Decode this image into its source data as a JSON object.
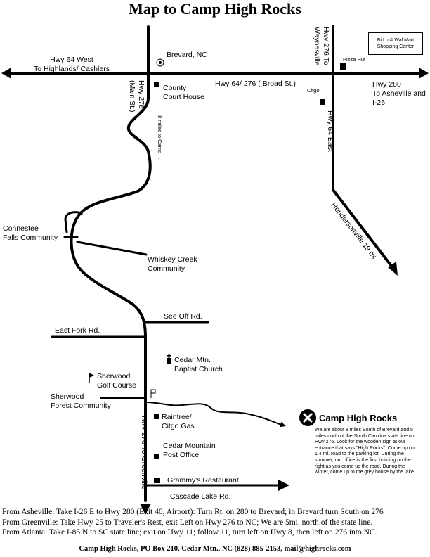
{
  "title": "Map to Camp High Rocks",
  "places": {
    "brevard": "Brevard, NC",
    "court_house": "County\nCourt House",
    "pizza_hut": "Pizza Hut",
    "citgo_brevard": "Citgo",
    "shopping_center": "Bi Lo & Wal Mart\nShopping Center",
    "connestee": "Connestee\nFalls Community",
    "whiskey_creek": "Whiskey Creek\nCommunity",
    "see_off": "See Off Rd.",
    "east_fork": "East Fork Rd.",
    "cedar_baptist": "Cedar Mtn.\nBaptist Church",
    "sherwood_golf": "Sherwood\nGolf Course",
    "sherwood_forest": "Sherwood\nForest Community",
    "raintree": "Raintree/\nCitgo Gas",
    "post_office": "Cedar Mountain\nPost Office",
    "grammys": "Grammy's Restaurant",
    "cascade": "Cascade Lake Rd."
  },
  "roads": {
    "hwy64_west": "Hwy 64 West\nTo Highlands/ Cashlers",
    "hwy64_276": "Hwy 64/ 276 ( Broad St.)",
    "hwy280": "Hwy 280\nTo Asheville and\nI-26",
    "hwy276_north": "Hwy 276 To\nWaynesville",
    "hwy276_main": "Hwy 276\n(Main St.)",
    "hwy64_east": "Hwy 64 East",
    "hendersonville": "Hendersonville 19 mi.",
    "eight_miles": "8 miles to Camp →",
    "hwy276_greenville": "Hwy 276 To Greenville"
  },
  "camp": {
    "name": "Camp High Rocks",
    "note": "We are about 8 miles South of Brevard and 5 miles north of the South Carolina state line on Hwy 276. Look for the wooden sign at our entrance that says \"High Rocks\". Come up our 1.4 mi. road to the parking lot. During the summer, our office is the first building on the right as you come up the road. During the winter, come up to the grey house by the lake."
  },
  "directions": [
    "From Asheville:  Take I-26 E to Hwy 280 (Exit 40, Airport): Turn Rt. on 280 to Brevard; in Brevard turn South on 276",
    "From Greenville:  Take Hwy 25 to Traveler's Rest, exit Left on Hwy 276 to NC; We are 5mi. north of the state line.",
    "From Atlanta:  Take I-85 N to SC state line; exit on Hwy 11; follow 11, turn left on Hwy 8, then left on 276 into NC."
  ],
  "footer": "Camp High Rocks, PO Box 210, Cedar Mtn., NC  (828) 885-2153, mail@highrocks.com",
  "icons": [
    "arrow-icon",
    "building-icon",
    "church-icon",
    "flag-icon",
    "x-circle-icon"
  ]
}
